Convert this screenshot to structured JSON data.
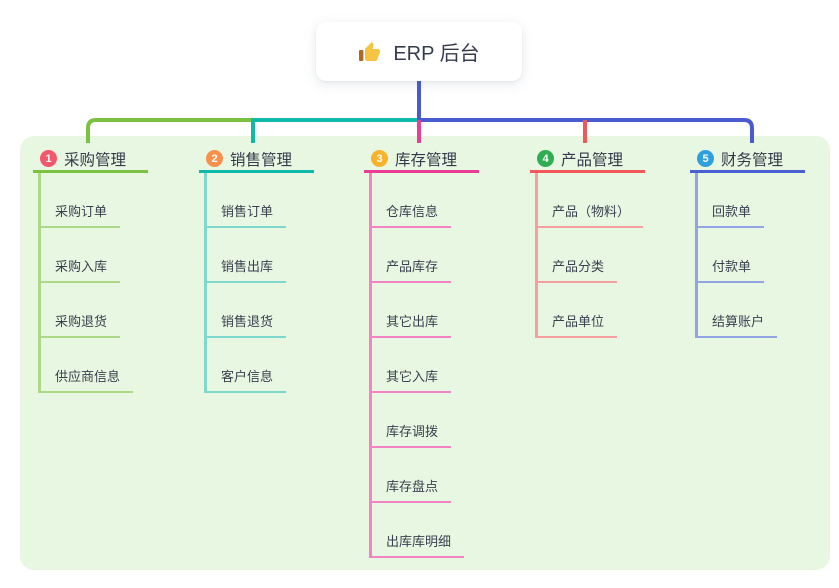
{
  "root": {
    "icon": "👍",
    "label": "ERP 后台",
    "line_color": "#4a5bd0"
  },
  "panel": {
    "bg": "#e8f7e2"
  },
  "branches": [
    {
      "number": "1",
      "label": "采购管理",
      "badge_color": "#f4566c",
      "color": "#7cc241",
      "line_color": "#abd985",
      "children": [
        "采购订单",
        "采购入库",
        "采购退货",
        "供应商信息"
      ]
    },
    {
      "number": "2",
      "label": "销售管理",
      "badge_color": "#f9914d",
      "color": "#0fb9a9",
      "line_color": "#7fd8ce",
      "children": [
        "销售订单",
        "销售出库",
        "销售退货",
        "客户信息"
      ]
    },
    {
      "number": "3",
      "label": "库存管理",
      "badge_color": "#f8b32c",
      "color": "#e93d96",
      "line_color": "#f383c2",
      "children": [
        "仓库信息",
        "产品库存",
        "其它出库",
        "其它入库",
        "库存调拨",
        "库存盘点",
        "出库库明细"
      ]
    },
    {
      "number": "4",
      "label": "产品管理",
      "badge_color": "#2ead52",
      "color": "#f2575c",
      "line_color": "#f79e9e",
      "children": [
        "产品（物料）",
        "产品分类",
        "产品单位"
      ]
    },
    {
      "number": "5",
      "label": "财务管理",
      "badge_color": "#2ea0dc",
      "color": "#4a5fd2",
      "line_color": "#92a5e2",
      "children": [
        "回款单",
        "付款单",
        "结算账户"
      ]
    }
  ]
}
